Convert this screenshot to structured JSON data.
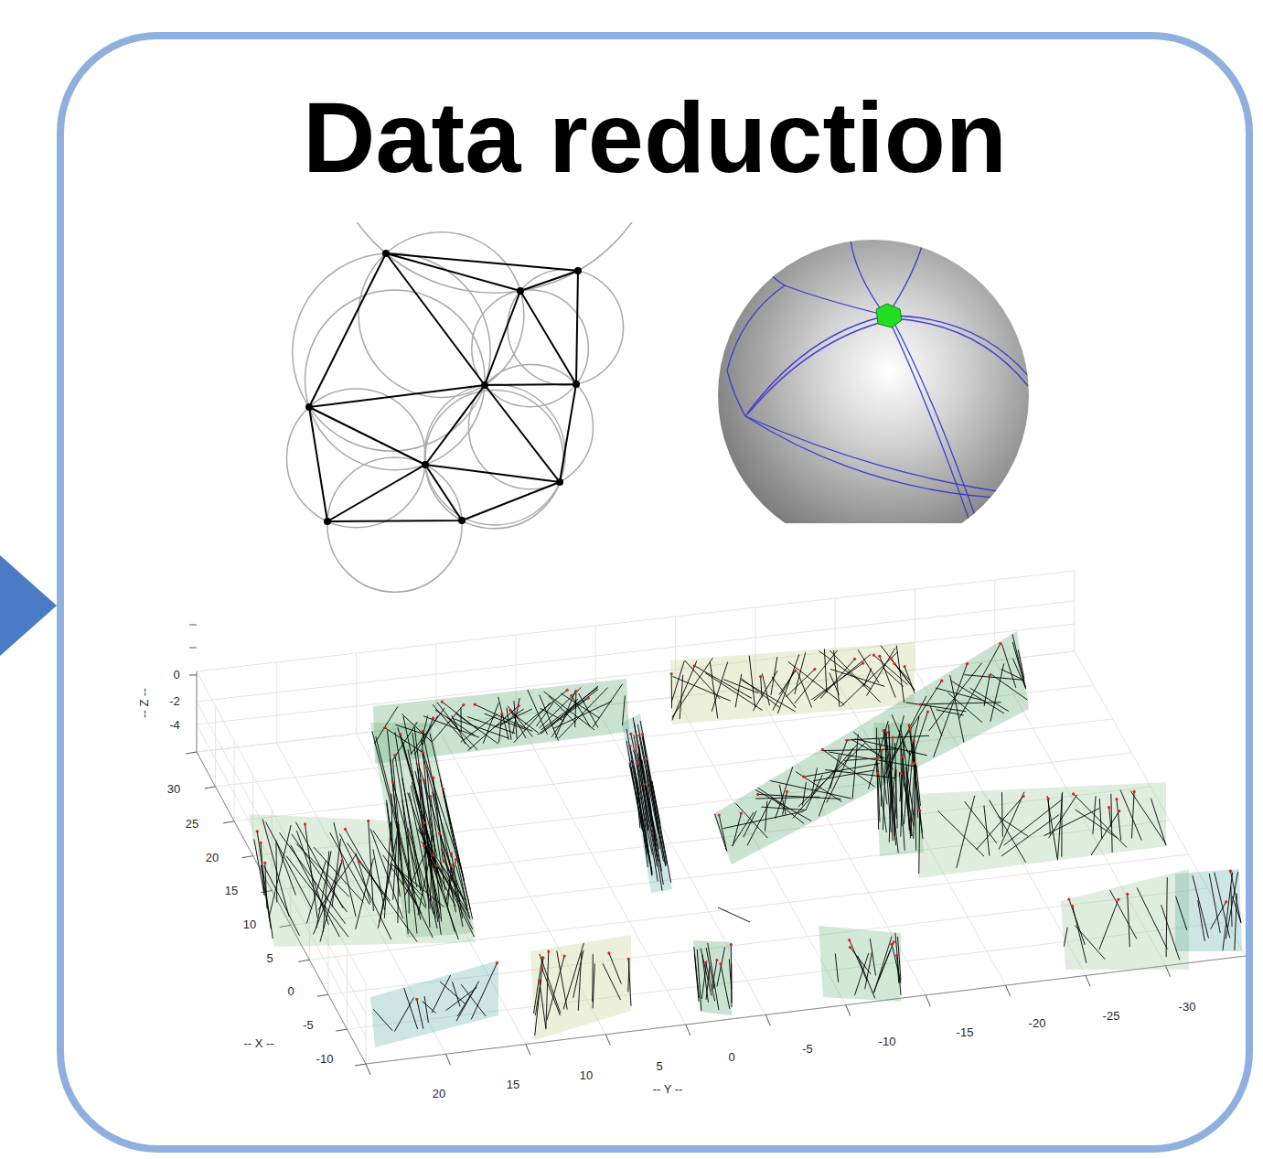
{
  "diagram": {
    "nodes": [
      {
        "text": [
          "Data reduction"
        ]
      }
    ],
    "labels": [
      "0",
      "-2",
      "-4",
      "-- Z --",
      "30",
      "25",
      "20",
      "15",
      "10",
      "5",
      "0",
      "-5",
      "-10",
      "-- X --",
      "20",
      "15",
      "10",
      "5",
      "0",
      "-5",
      "-10",
      "-15",
      "-20",
      "-25",
      "-30",
      "-- Y --"
    ]
  }
}
